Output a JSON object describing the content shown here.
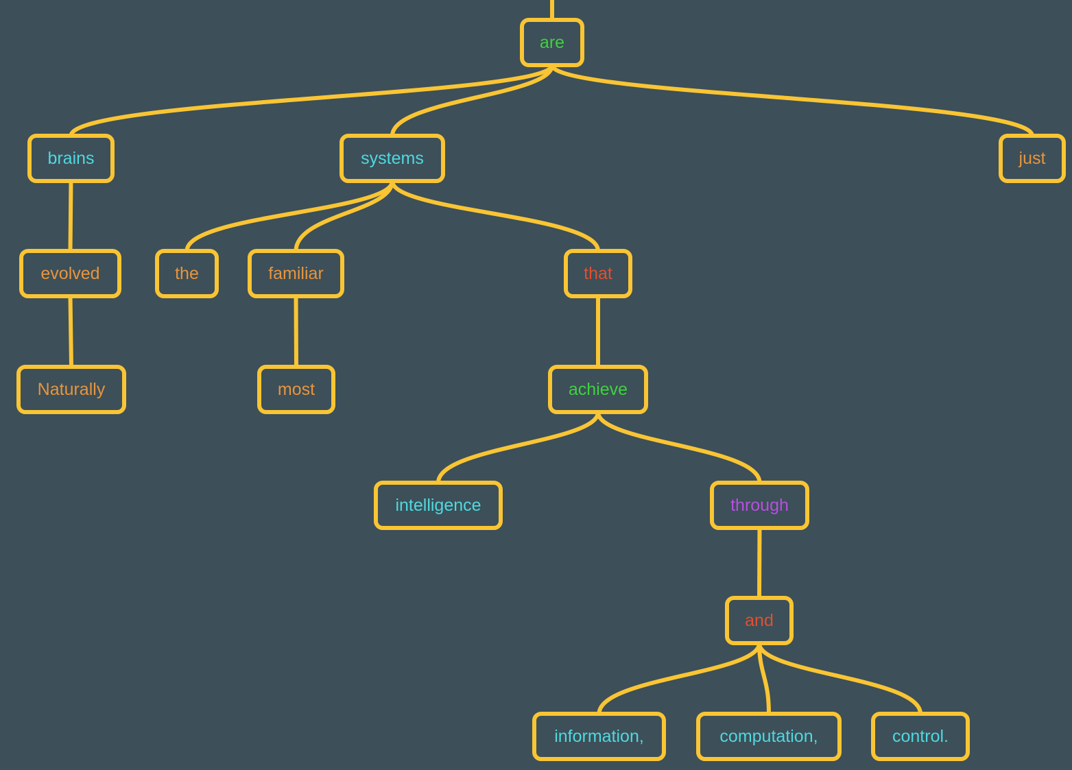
{
  "colors": {
    "background": "#3d4f58",
    "edge": "#f9c534",
    "verb": "#3fd13f",
    "noun": "#4fd8e0",
    "modifier": "#e8953d",
    "function": "#e05030",
    "preposition": "#b84fe0"
  },
  "nodes": [
    {
      "text": "are",
      "role": "verb",
      "parent": -1
    },
    {
      "text": "brains",
      "role": "noun",
      "parent": 0
    },
    {
      "text": "systems",
      "role": "noun",
      "parent": 0
    },
    {
      "text": "just",
      "role": "modifier",
      "parent": 0
    },
    {
      "text": "evolved",
      "role": "modifier",
      "parent": 1
    },
    {
      "text": "the",
      "role": "modifier",
      "parent": 2
    },
    {
      "text": "familiar",
      "role": "modifier",
      "parent": 2
    },
    {
      "text": "that",
      "role": "function",
      "parent": 2
    },
    {
      "text": "Naturally",
      "role": "modifier",
      "parent": 4
    },
    {
      "text": "most",
      "role": "modifier",
      "parent": 6
    },
    {
      "text": "achieve",
      "role": "verb",
      "parent": 7
    },
    {
      "text": "intelligence",
      "role": "noun",
      "parent": 10
    },
    {
      "text": "through",
      "role": "preposition",
      "parent": 10
    },
    {
      "text": "and",
      "role": "function",
      "parent": 12
    },
    {
      "text": "information,",
      "role": "noun",
      "parent": 13
    },
    {
      "text": "computation,",
      "role": "noun",
      "parent": 13
    },
    {
      "text": "control.",
      "role": "noun",
      "parent": 13
    }
  ]
}
